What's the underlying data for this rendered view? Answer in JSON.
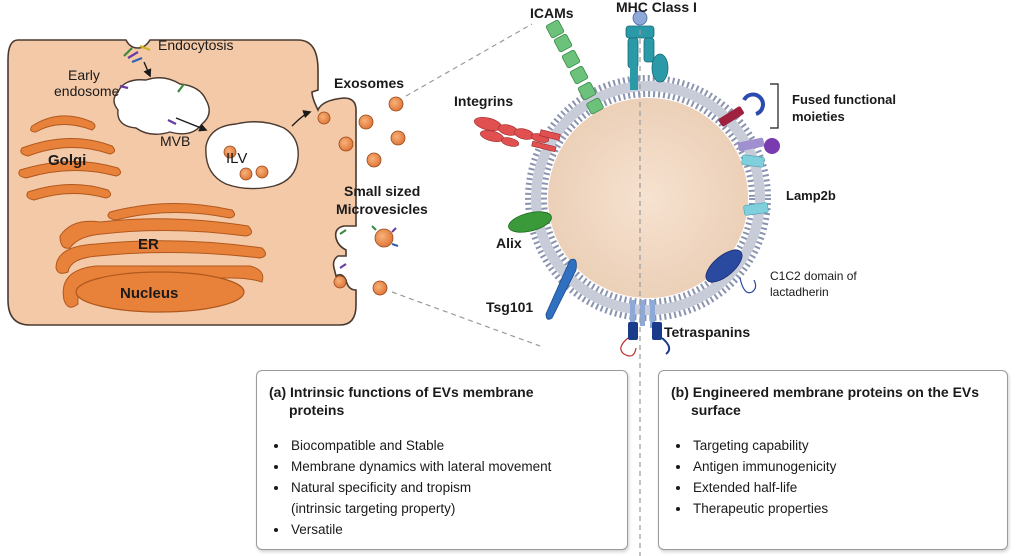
{
  "cell": {
    "endocytosis": "Endocytosis",
    "early_endosome_line1": "Early",
    "early_endosome_line2": "endosome",
    "mvb": "MVB",
    "ilv": "ILV",
    "golgi": "Golgi",
    "er": "ER",
    "nucleus": "Nucleus",
    "exosomes": "Exosomes",
    "microvesicles_line1": "Small sized",
    "microvesicles_line2": "Microvesicles"
  },
  "vesicle": {
    "icams": "ICAMs",
    "mhc": "MHC Class I",
    "integrins": "Integrins",
    "fused_line1": "Fused functional",
    "fused_line2": "moieties",
    "lamp2b": "Lamp2b",
    "alix": "Alix",
    "c1c2_line1": "C1C2 domain of",
    "c1c2_line2": "lactadherin",
    "tsg101": "Tsg101",
    "tetraspanins": "Tetraspanins"
  },
  "panel_a": {
    "title_line1": "(a) Intrinsic functions of EVs membrane",
    "title_line2": "proteins",
    "items": [
      "Biocompatible and Stable",
      "Membrane dynamics with lateral movement",
      "Natural specificity and tropism",
      "(intrinsic targeting property)",
      "Versatile"
    ]
  },
  "panel_b": {
    "title_line1": "(b) Engineered membrane proteins on the EVs",
    "title_line2": "surface",
    "items": [
      "Targeting capability",
      "Antigen immunogenicity",
      "Extended half-life",
      "Therapeutic properties"
    ]
  },
  "colors": {
    "cell_fill": "#f4c9a8",
    "organelle": "#e8823a",
    "organelle_dark": "#c8642a",
    "vesicle_core": "#f1d9c4",
    "lipid_head": "#8a94b0",
    "icam": "#6cc27a",
    "mhc": "#2a9aa8",
    "integrin": "#e05050",
    "alix": "#3a9a3a",
    "tsg101": "#3070c0",
    "lamp2b": "#7fd0dc",
    "fused": "#a02040",
    "c1c2": "#2a4aa0",
    "tetraspanin": "#1a3a8a"
  }
}
